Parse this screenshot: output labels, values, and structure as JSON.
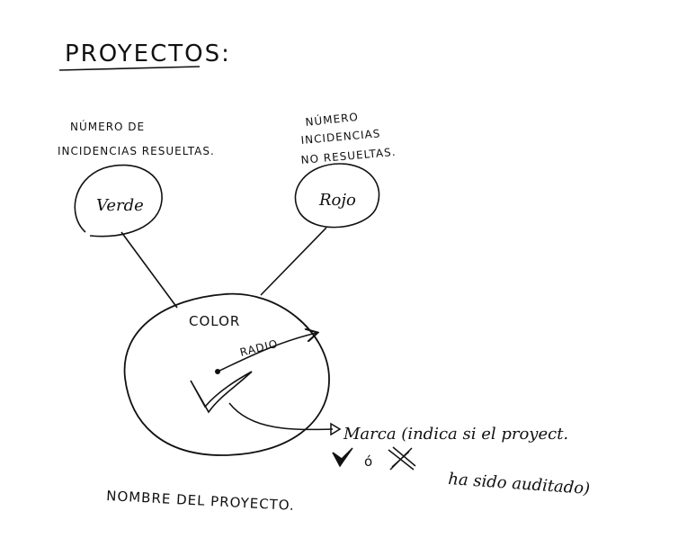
{
  "title": "PROYECTOS:",
  "nodes": {
    "green": {
      "label": "Verde",
      "description_lines": [
        "NÚMERO DE",
        "INCIDENCIAS RESUELTAS."
      ]
    },
    "red": {
      "label": "Rojo",
      "description_lines": [
        "NÚMERO",
        "INCIDENCIAS",
        "NO RESUELTAS."
      ]
    },
    "main": {
      "color_label": "COLOR",
      "radius_label": "RADIO"
    }
  },
  "mark_note": {
    "lines": [
      "Marca (indica si el proyect.",
      "ha sido auditado)"
    ],
    "options_separator": "ó"
  },
  "caption": "NOMBRE DEL PROYECTO."
}
